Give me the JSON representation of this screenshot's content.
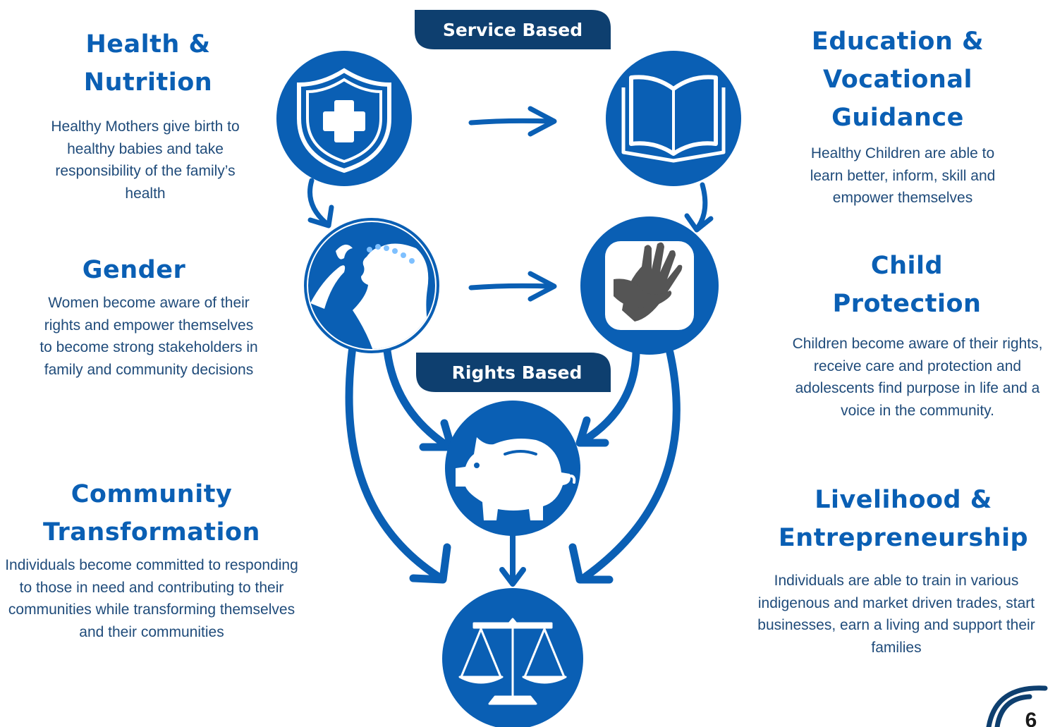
{
  "banners": {
    "service": "Service Based",
    "rights": "Rights Based"
  },
  "sections": {
    "health": {
      "title_line1": "Health &",
      "title_line2": "Nutrition",
      "desc": "Healthy Mothers give birth to healthy babies and take responsibility of the family’s health"
    },
    "education": {
      "title_line1": "Education &",
      "title_line2": "Vocational",
      "title_line3": "Guidance",
      "desc": "Healthy Children are able to learn better, inform, skill and empower themselves"
    },
    "gender": {
      "title": "Gender",
      "desc": "Women become aware of their rights and empower themselves to become strong stakeholders in family and community decisions"
    },
    "child": {
      "title_line1": "Child",
      "title_line2": "Protection",
      "desc": "Children become aware of their rights, receive care and protection and adolescents find purpose in life and a voice in the community."
    },
    "community": {
      "title_line1": "Community",
      "title_line2": "Transformation",
      "desc": "Individuals become committed to responding to those in need and contributing to their communities while transforming themselves and their communities"
    },
    "livelihood": {
      "title_line1": "Livelihood &",
      "title_line2": "Entrepreneurship",
      "desc": "Individuals are able to train in various indigenous and market driven trades, start businesses, earn a living and support their families"
    }
  },
  "icons": [
    "shield-cross-icon",
    "open-book-icon",
    "woman-profile-icon",
    "helping-hands-icon",
    "piggy-bank-icon",
    "scales-of-justice-icon"
  ],
  "colors": {
    "primary_blue": "#0a5fb4",
    "banner_navy": "#0e3f6f",
    "text": "#1f4b7a"
  },
  "page_number": "6"
}
